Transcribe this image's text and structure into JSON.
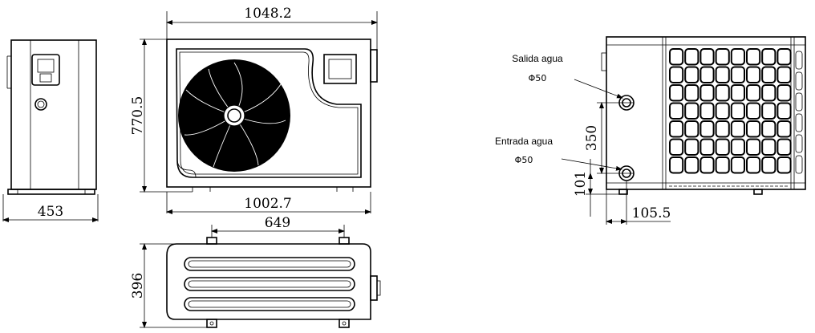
{
  "dimensions": {
    "width_top": "1048.2",
    "height_front": "770.5",
    "depth_side": "453",
    "width_base": "1002.7",
    "foot_spacing": "649",
    "depth_top": "396",
    "pipe_spacing": "350",
    "inlet_height": "101",
    "pipe_offset": "105.5"
  },
  "labels": {
    "outlet": "Salida agua",
    "outlet_size": "Φ50",
    "inlet": "Entrada agua",
    "inlet_size": "Φ50"
  }
}
